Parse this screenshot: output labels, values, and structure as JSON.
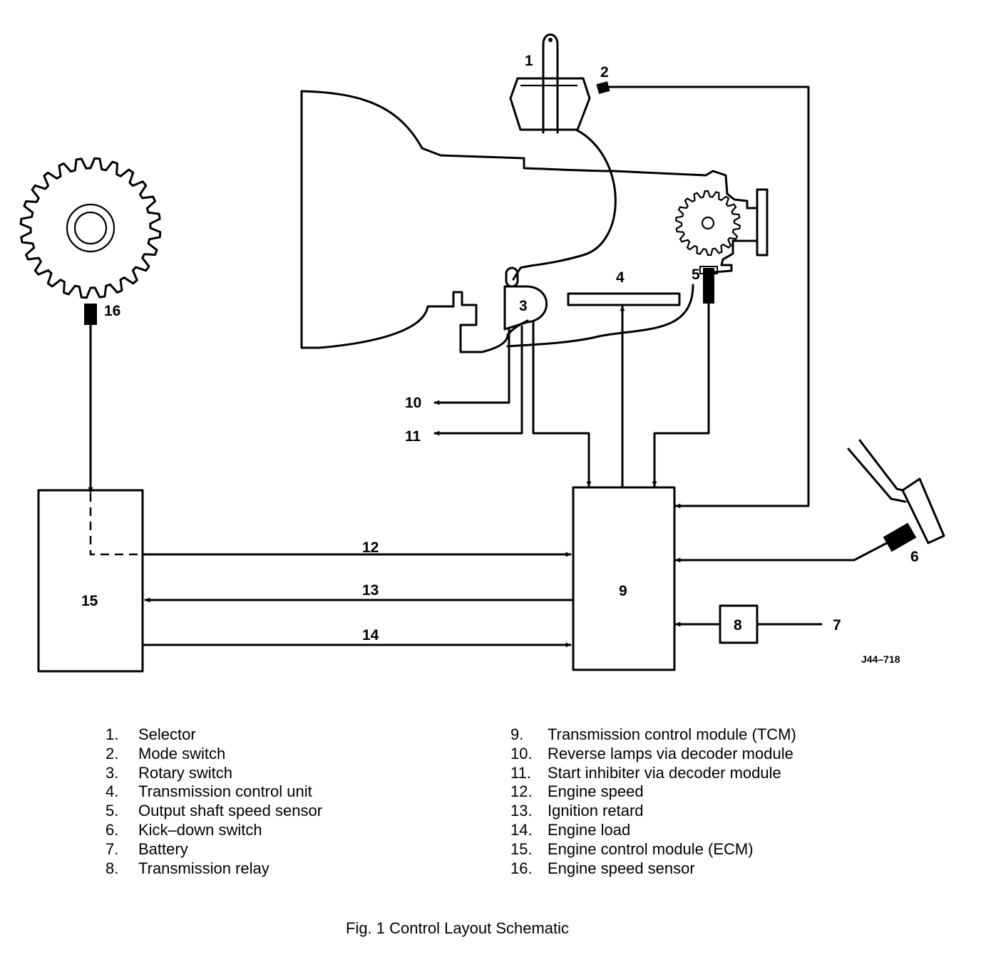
{
  "diagram": {
    "callouts": {
      "c1": "1",
      "c2": "2",
      "c3": "3",
      "c4": "4",
      "c5": "5",
      "c6": "6",
      "c7": "7",
      "c8": "8",
      "c9": "9",
      "c10": "10",
      "c11": "11",
      "c12": "12",
      "c13": "13",
      "c14": "14",
      "c15": "15",
      "c16": "16"
    },
    "figure_code": "J44–718"
  },
  "legend_left": [
    {
      "num": "1.",
      "text": "Selector"
    },
    {
      "num": "2.",
      "text": "Mode switch"
    },
    {
      "num": "3.",
      "text": "Rotary switch"
    },
    {
      "num": "4.",
      "text": "Transmission control unit"
    },
    {
      "num": "5.",
      "text": "Output shaft speed sensor"
    },
    {
      "num": "6.",
      "text": "Kick–down switch"
    },
    {
      "num": "7.",
      "text": "Battery"
    },
    {
      "num": "8.",
      "text": "Transmission relay"
    }
  ],
  "legend_right": [
    {
      "num": "9.",
      "text": "Transmission control module (TCM)"
    },
    {
      "num": "10.",
      "text": "Reverse lamps via decoder module"
    },
    {
      "num": "11.",
      "text": "Start inhibiter via decoder module"
    },
    {
      "num": "12.",
      "text": "Engine speed"
    },
    {
      "num": "13.",
      "text": "Ignition retard"
    },
    {
      "num": "14.",
      "text": "Engine load"
    },
    {
      "num": "15.",
      "text": "Engine control module (ECM)"
    },
    {
      "num": "16.",
      "text": "Engine speed sensor"
    }
  ],
  "caption": "Fig. 1  Control Layout Schematic"
}
